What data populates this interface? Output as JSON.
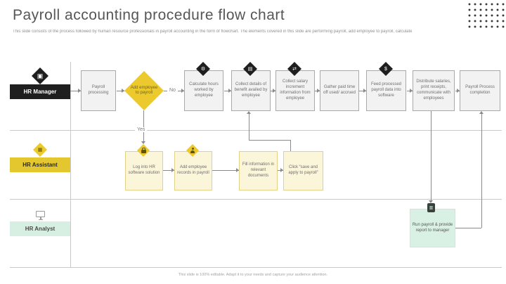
{
  "slide": {
    "title": "Payroll accounting procedure flow chart",
    "subtitle": "This slide consists of the process followed by human resource professionals in payroll accounting in the form of flowchart. The elements covered in this slide are performing payroll, add employee to payroll, calculate",
    "footer": "This slide is 100% editable. Adapt it to your needs and capture your audience attention."
  },
  "lanes": {
    "manager": {
      "label": "HR Manager"
    },
    "assistant": {
      "label": "HR Assistant"
    },
    "analyst": {
      "label": "HR Analyst"
    }
  },
  "labels": {
    "yes": "Yes",
    "no": "No"
  },
  "flow": {
    "manager": {
      "step1": "Payroll processing",
      "decision": "Add employee to payroll",
      "step2": "Calculate hours worked by employee",
      "step3": "Collect details of benefit availed by employee",
      "step4": "Collect salary increment information from employee",
      "step5": "Gather paid time off used/ accrued",
      "step6": "Feed processed payroll data into software",
      "step7": "Distribute salaries, print receipts, communicate with employees",
      "step8": "Payroll Process completion"
    },
    "assistant": {
      "step1": "Log into HR software solution",
      "step2": "Add employee records in payroll",
      "step3": "Fill information in relevant documents",
      "step4": "Click “save and apply to payroll”"
    },
    "analyst": {
      "step1": "Run payroll & provide report to manager"
    }
  },
  "icons": {
    "badge": "▣",
    "calculator": "▦",
    "gear": "⚙",
    "document": "▤",
    "transfer": "⇄",
    "dollar": "$",
    "report": "▥"
  },
  "colors": {
    "accent_yellow": "#e4c62f",
    "accent_black": "#1f1f1f",
    "accent_mint": "#d7efe2",
    "process_gray": "#f2f2f2",
    "process_cream": "#fbf5d9",
    "connector_gray": "#8a8a8a"
  }
}
